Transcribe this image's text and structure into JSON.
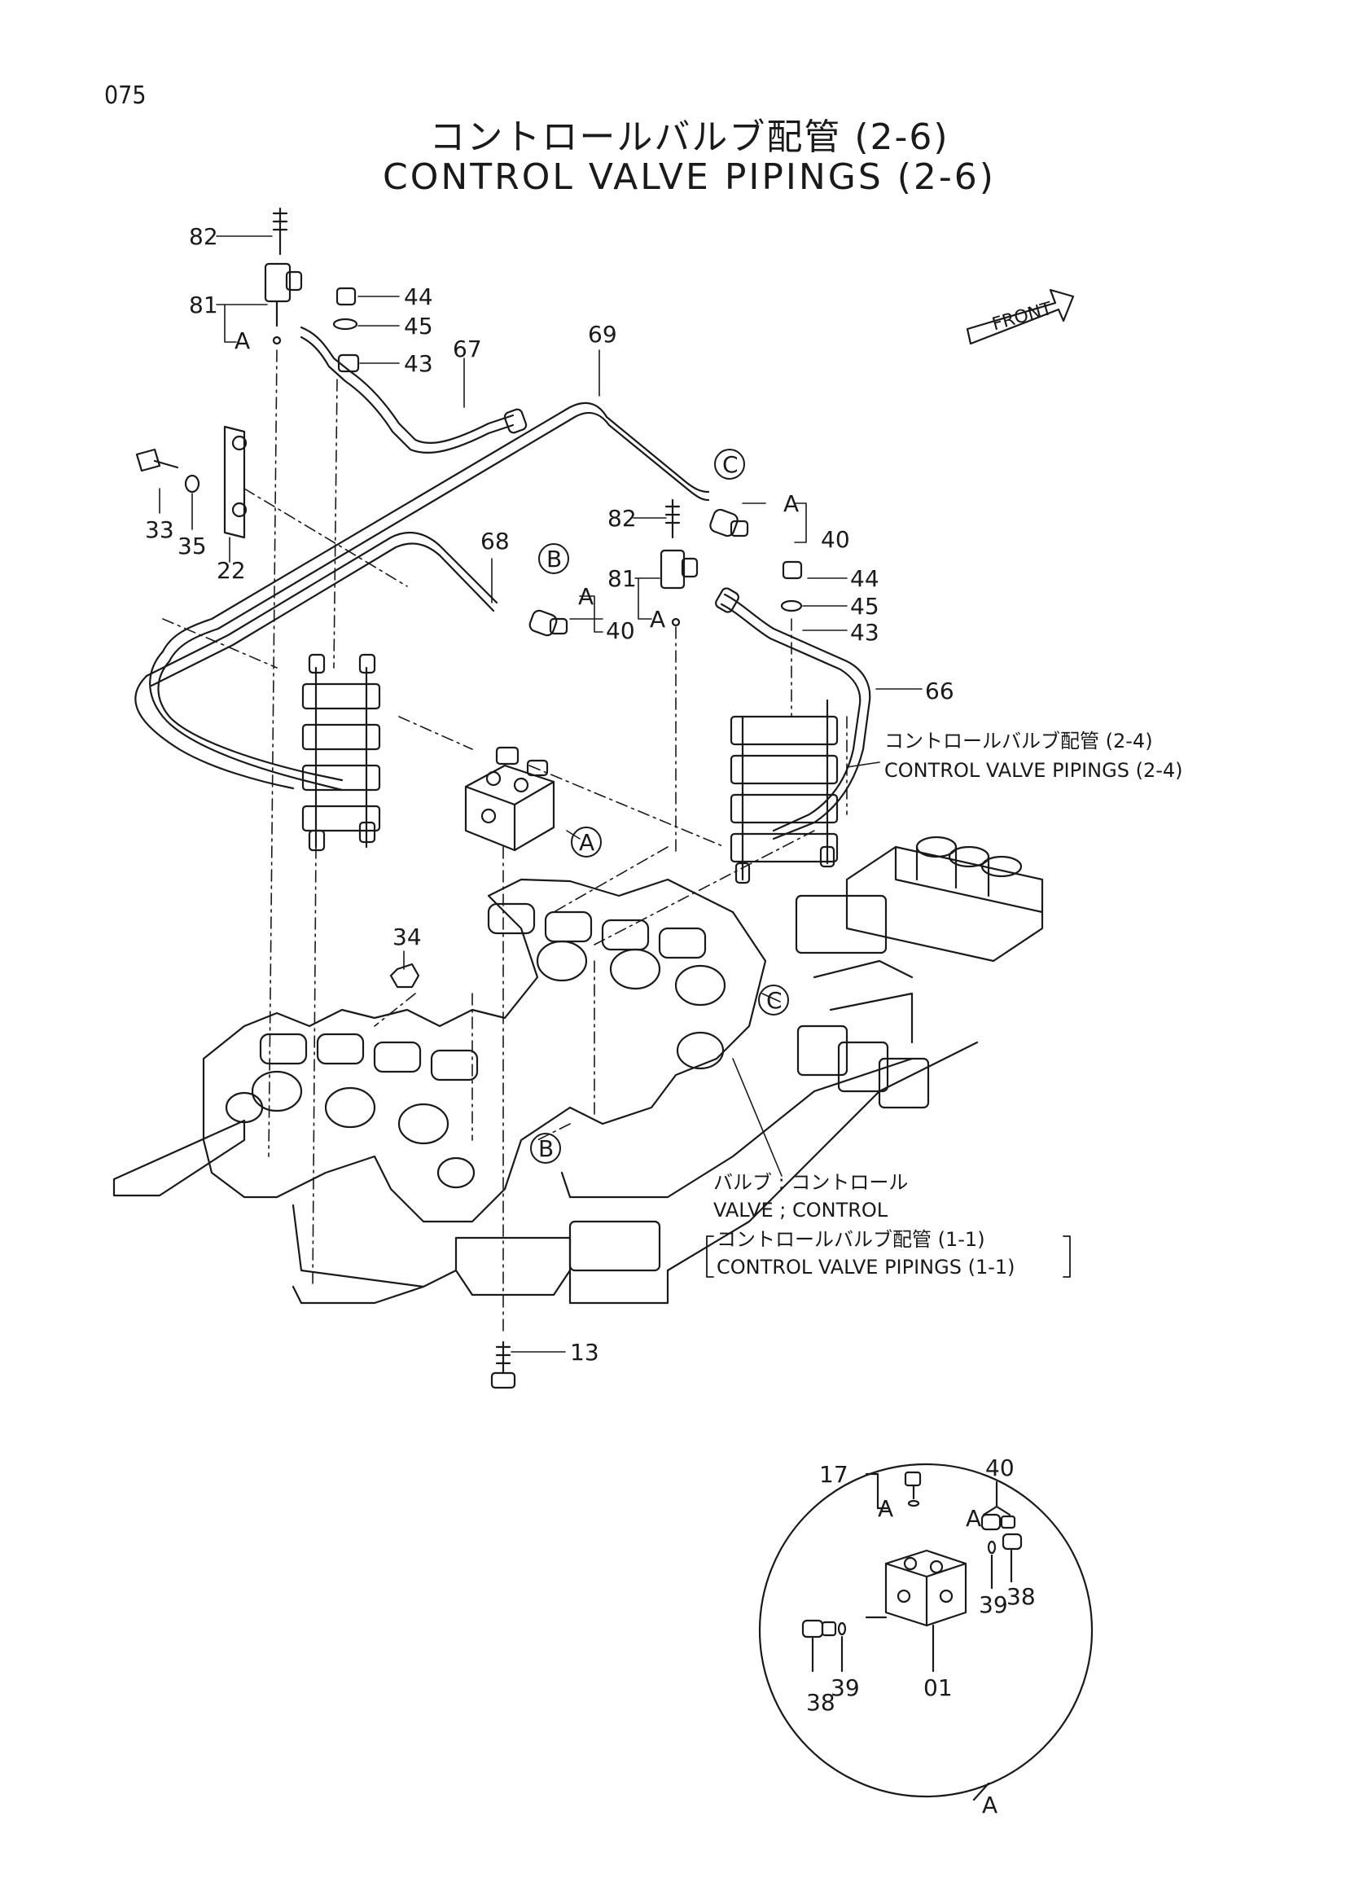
{
  "page_number": "075",
  "title_ja": "コントロールバルブ配管 (2-6)",
  "title_en": "CONTROL VALVE PIPINGS (2-6)",
  "front_label": "FRONT",
  "part_labels": {
    "p82a": "82",
    "p81a": "81",
    "p44a": "44",
    "p45a": "45",
    "p43a": "43",
    "p67": "67",
    "p69": "69",
    "p33": "33",
    "p35": "35",
    "p22": "22",
    "p82b": "82",
    "p40a": "40",
    "p68": "68",
    "p81b": "81",
    "p40b": "40",
    "p44b": "44",
    "p45b": "45",
    "p43b": "43",
    "p66": "66",
    "p34": "34",
    "p13": "13",
    "p17": "17",
    "p40c": "40",
    "p39a": "39",
    "p38a": "38",
    "p01": "01",
    "p39b": "39",
    "p38b": "38"
  },
  "ref_letters": {
    "a1": "A",
    "a2": "A",
    "a3": "A",
    "a4": "A",
    "a5": "A",
    "a6": "A",
    "b1": "B",
    "b2": "B",
    "c1": "C",
    "c2": "C",
    "adet": "A"
  },
  "cross_refs": {
    "ref24_ja": "コントロールバルブ配管 (2-4)",
    "ref24_en": "CONTROL VALVE PIPINGS (2-4)",
    "valve_ja": "バルブ ; コントロール",
    "valve_en": "VALVE ; CONTROL",
    "ref11_ja": "コントロールバルブ配管 (1-1)",
    "ref11_en": "CONTROL VALVE PIPINGS (1-1)"
  }
}
